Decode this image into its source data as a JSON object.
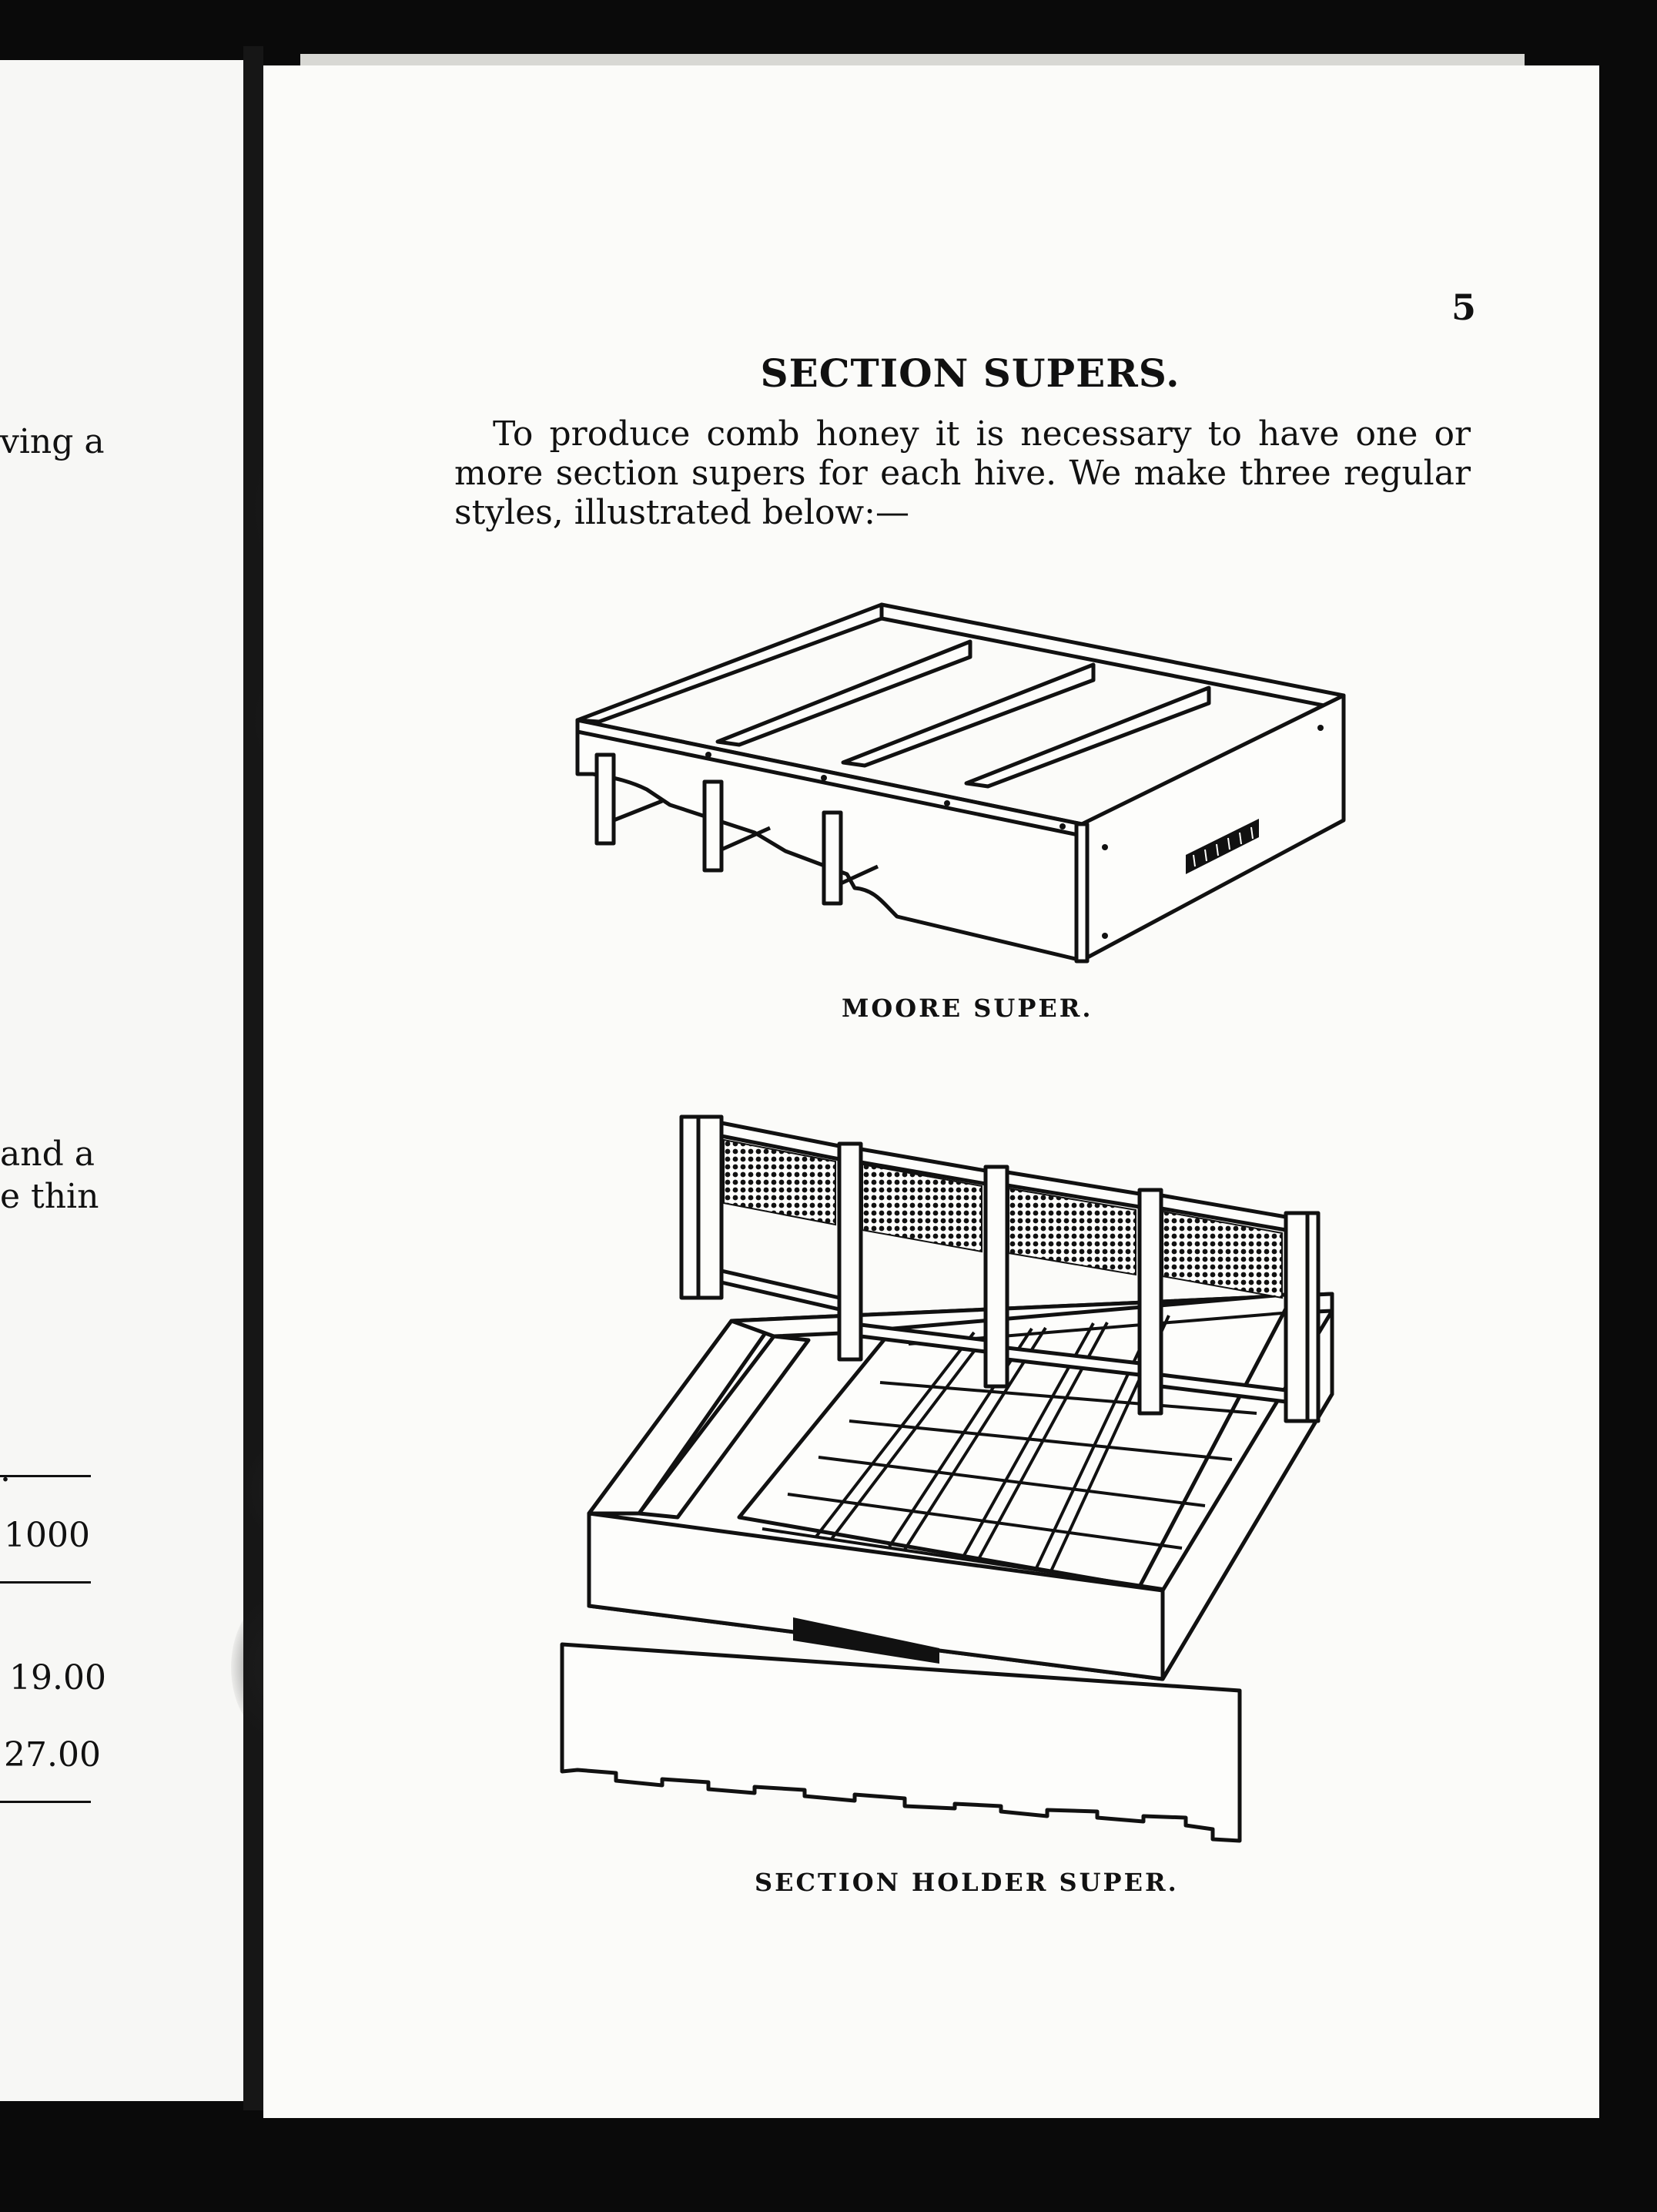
{
  "page": {
    "number": "5",
    "heading": "SECTION SUPERS.",
    "intro": "To produce comb honey it is necessary to have one or more section supers for each hive. We make three regular styles, illustrated below:—"
  },
  "figures": [
    {
      "caption": "MOORE SUPER."
    },
    {
      "caption": "SECTION HOLDER SUPER."
    }
  ],
  "left_page": {
    "fragments": [
      "ving a",
      "and a",
      "e thin",
      ".",
      "1000",
      "19.00",
      "27.00"
    ]
  }
}
